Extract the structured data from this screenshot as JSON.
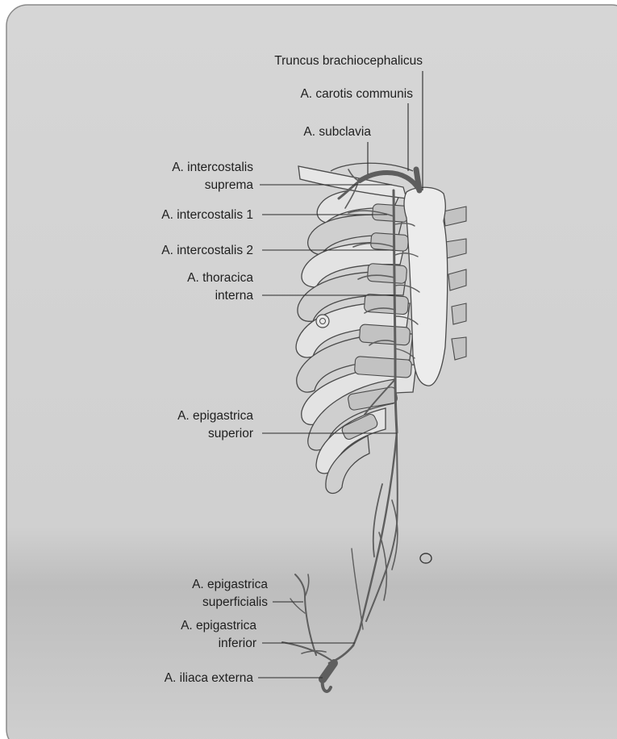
{
  "figure": {
    "labels": {
      "truncus_brachiocephalicus": "Truncus brachiocephalicus",
      "carotis_communis": "A. carotis communis",
      "subclavia": "A. subclavia",
      "intercostalis_suprema_1": "A. intercostalis",
      "intercostalis_suprema_2": "suprema",
      "intercostalis_1": "A. intercostalis 1",
      "intercostalis_2": "A. intercostalis 2",
      "thoracica_interna_1": "A. thoracica",
      "thoracica_interna_2": "interna",
      "epigastrica_superior_1": "A. epigastrica",
      "epigastrica_superior_2": "superior",
      "epigastrica_superficialis_1": "A. epigastrica",
      "epigastrica_superficialis_2": "superficialis",
      "epigastrica_inferior_1": "A. epigastrica",
      "epigastrica_inferior_2": "inferior",
      "iliaca_externa": "A. iliaca externa"
    },
    "colors": {
      "panel_top": "#d3d3d3",
      "panel_bottom": "#c6c6c6",
      "panel_border": "#8a8a8a",
      "artery": "#5e5e5e",
      "artery_dark": "#4a4a4a"
    }
  }
}
